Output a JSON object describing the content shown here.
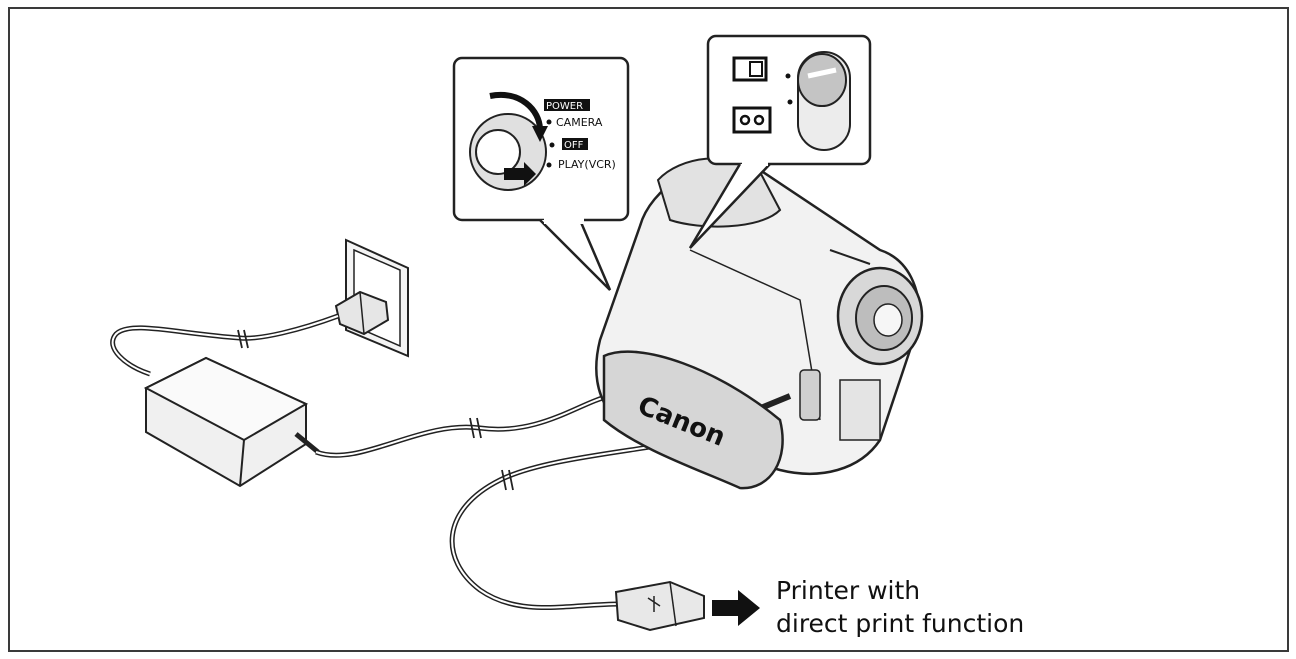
{
  "diagram": {
    "caption_line1": "Printer with",
    "caption_line2": "direct print function",
    "dial_labels": {
      "power": "POWER",
      "camera": "CAMERA",
      "off": "OFF",
      "play": "PLAY(VCR)"
    },
    "brand": "Canon"
  }
}
